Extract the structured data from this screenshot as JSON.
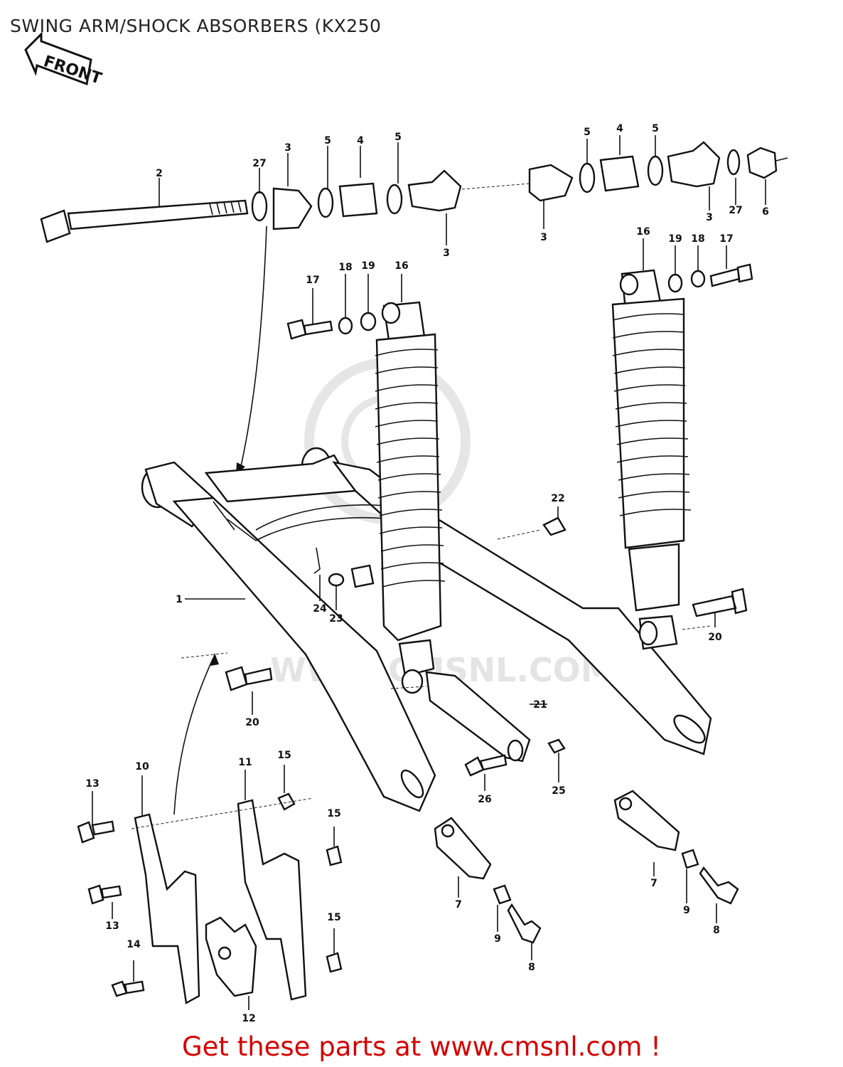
{
  "title": "SWING ARM/SHOCK ABSORBERS (KX250",
  "footer": "Get these parts at www.cmsnl.com !",
  "front_label": "FRONT",
  "watermark": "WWW.CMSNL.COM",
  "colors": {
    "footer": "#d40000",
    "line": "#111111",
    "watermark": "#e4e4e4"
  },
  "callouts": [
    {
      "id": "c2",
      "text": "2"
    },
    {
      "id": "c27a",
      "text": "27"
    },
    {
      "id": "c3a",
      "text": "3"
    },
    {
      "id": "c5a",
      "text": "5"
    },
    {
      "id": "c4a",
      "text": "4"
    },
    {
      "id": "c5b",
      "text": "5"
    },
    {
      "id": "c3b",
      "text": "3"
    },
    {
      "id": "c5c",
      "text": "5"
    },
    {
      "id": "c4b",
      "text": "4"
    },
    {
      "id": "c5d",
      "text": "5"
    },
    {
      "id": "c3c",
      "text": "3"
    },
    {
      "id": "c3d",
      "text": "3"
    },
    {
      "id": "c27b",
      "text": "27"
    },
    {
      "id": "c6",
      "text": "6"
    },
    {
      "id": "c16a",
      "text": "16"
    },
    {
      "id": "c19a",
      "text": "19"
    },
    {
      "id": "c18a",
      "text": "18"
    },
    {
      "id": "c17a",
      "text": "17"
    },
    {
      "id": "c17b",
      "text": "17"
    },
    {
      "id": "c18b",
      "text": "18"
    },
    {
      "id": "c19b",
      "text": "19"
    },
    {
      "id": "c16b",
      "text": "16"
    },
    {
      "id": "c22",
      "text": "22"
    },
    {
      "id": "c1",
      "text": "1"
    },
    {
      "id": "c24",
      "text": "24"
    },
    {
      "id": "c23",
      "text": "23"
    },
    {
      "id": "c20a",
      "text": "20"
    },
    {
      "id": "c20b",
      "text": "20"
    },
    {
      "id": "c21",
      "text": "21"
    },
    {
      "id": "c26",
      "text": "26"
    },
    {
      "id": "c25",
      "text": "25"
    },
    {
      "id": "c13a",
      "text": "13"
    },
    {
      "id": "c10",
      "text": "10"
    },
    {
      "id": "c11",
      "text": "11"
    },
    {
      "id": "c15a",
      "text": "15"
    },
    {
      "id": "c15b",
      "text": "15"
    },
    {
      "id": "c13b",
      "text": "13"
    },
    {
      "id": "c14",
      "text": "14"
    },
    {
      "id": "c15c",
      "text": "15"
    },
    {
      "id": "c12",
      "text": "12"
    },
    {
      "id": "c7a",
      "text": "7"
    },
    {
      "id": "c9a",
      "text": "9"
    },
    {
      "id": "c8a",
      "text": "8"
    },
    {
      "id": "c7b",
      "text": "7"
    },
    {
      "id": "c9b",
      "text": "9"
    },
    {
      "id": "c8b",
      "text": "8"
    }
  ]
}
